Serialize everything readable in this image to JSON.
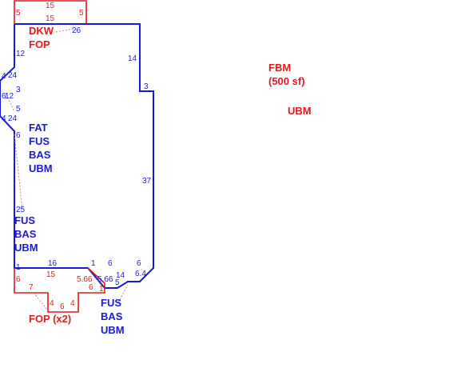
{
  "colors": {
    "blue": "#1a1ad6",
    "red": "#e01b1b",
    "leader": "#b88a8a"
  },
  "labels": {
    "dkw": "DKW",
    "fop_top": "FOP",
    "fbm": "FBM",
    "fbm_area": "(500 sf)",
    "ubm_right": "UBM",
    "fat": "FAT",
    "fus_mid": "FUS",
    "bas_mid": "BAS",
    "ubm_mid": "UBM",
    "fus_left": "FUS",
    "bas_left": "BAS",
    "ubm_left": "UBM",
    "fop_bottom": "FOP (x2)",
    "fus_bottom": "FUS",
    "bas_bottom": "BAS",
    "ubm_bottom": "UBM"
  },
  "dims": {
    "top_15_a": "15",
    "top_15_b": "15",
    "top_5_left": "5",
    "top_5_right": "5",
    "d26": "26",
    "d12": "12",
    "d14_right": "14",
    "d3_right": "3",
    "d4_a": "4",
    "d24_a": "24",
    "d3_left": "3",
    "d6_left": "6",
    "d12_left": "12",
    "d5_left": "5",
    "d4_b": "4",
    "d24_b": "24",
    "d6_under": "6",
    "d37": "37",
    "d25": "25",
    "d1_left": "1",
    "d16": "16",
    "d1_mid": "1",
    "d6_mid": "6",
    "d6_right": "6",
    "d15_bottom": "15",
    "d6_red_left": "6",
    "d7": "7",
    "d566_red": "5.66",
    "d566_blue": "5.66",
    "d14_bottom": "14",
    "d64": "6.4",
    "d6_red_mid": "6",
    "d1_red": "1",
    "d5_blue": "5",
    "d4_red_a": "4",
    "d6_red_b": "6",
    "d4_red_b": "4"
  }
}
